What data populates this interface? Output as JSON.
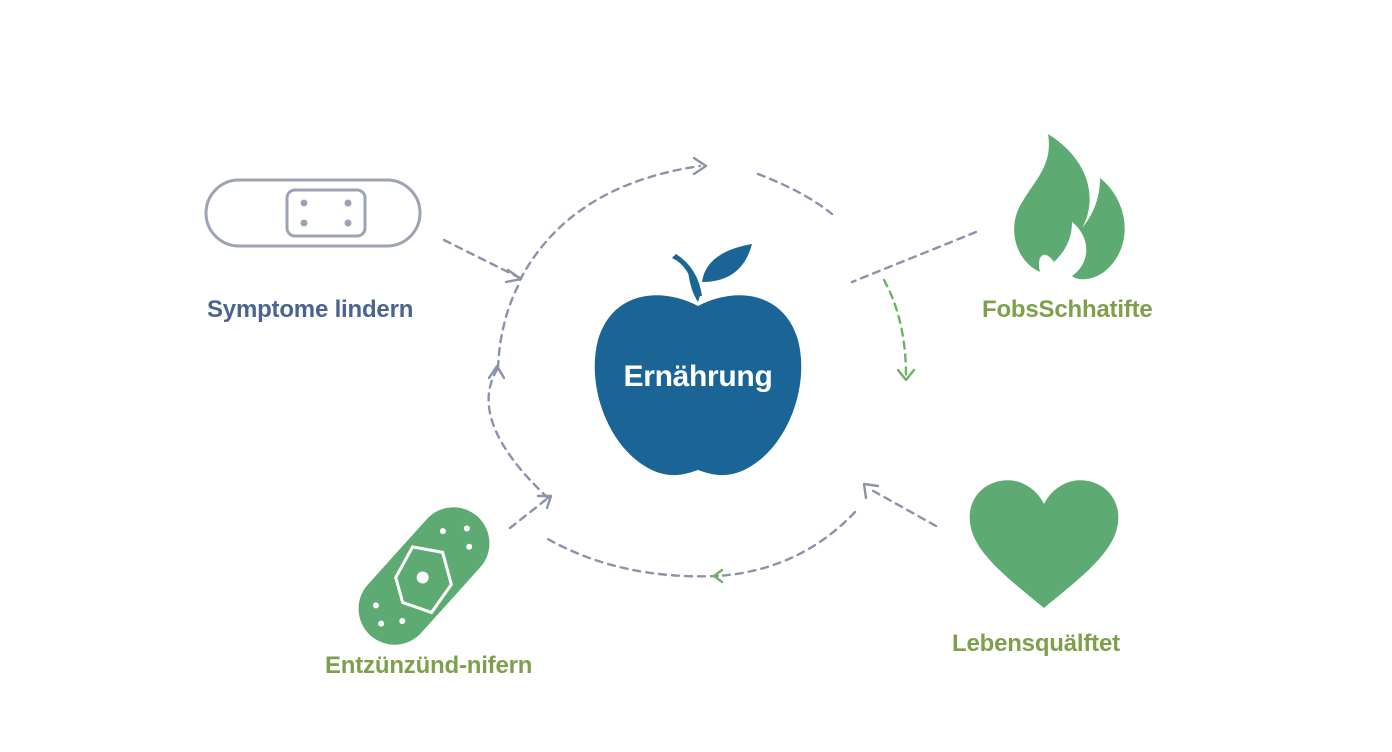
{
  "center": {
    "label": "Ernährung",
    "icon": "apple-icon"
  },
  "nodes": [
    {
      "id": "symptome",
      "label": "Symptome lindern",
      "icon": "bandage-outline-icon",
      "color": "#4a6491"
    },
    {
      "id": "fobs",
      "label": "FobsSchhatifte",
      "icon": "flame-icon",
      "color": "#7ea04c"
    },
    {
      "id": "entz",
      "label": "Entzünzünd-nifern",
      "icon": "bandage-filled-icon",
      "color": "#7ea04c"
    },
    {
      "id": "leben",
      "label": "Lebensquälftet",
      "icon": "heart-icon",
      "color": "#7ea04c"
    }
  ],
  "colors": {
    "apple": "#1a6496",
    "green": "#5dab72",
    "arrow_gray": "#8a93ab",
    "arrow_green": "#6db361",
    "outline": "#9ca3b5"
  }
}
